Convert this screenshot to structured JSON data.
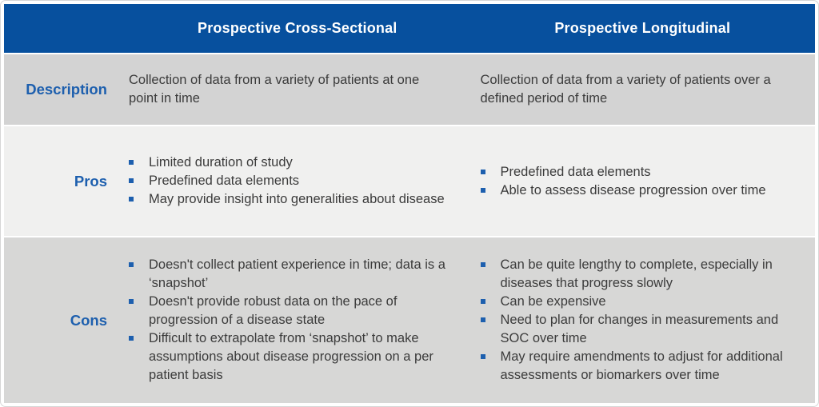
{
  "table": {
    "header": {
      "col1": "Prospective Cross-Sectional",
      "col2": "Prospective Longitudinal"
    },
    "rows": {
      "description": {
        "label": "Description",
        "col1": "Collection of data from a variety of patients at one point in time",
        "col2": "Collection of data from a variety of patients over a defined period of time"
      },
      "pros": {
        "label": "Pros",
        "col1": [
          "Limited duration of study",
          "Predefined data elements",
          "May provide insight into generalities about disease"
        ],
        "col2": [
          "Predefined data elements",
          "Able to assess disease progression over time"
        ]
      },
      "cons": {
        "label": "Cons",
        "col1": [
          "Doesn't collect patient experience in time; data is a ‘snapshot’",
          "Doesn't provide robust data on the pace of progression of a disease state",
          "Difficult to extrapolate from ‘snapshot’ to make assumptions about disease progression on a per patient basis"
        ],
        "col2": [
          "Can be quite lengthy to complete, especially in diseases that progress slowly",
          "Can be expensive",
          "Need to plan for changes in measurements and SOC over time",
          "May require amendments to adjust for additional assessments or biomarkers over time"
        ]
      }
    }
  },
  "colors": {
    "header_bg": "#07509E",
    "header_text": "#FFFFFF",
    "label_blue": "#1D5FAE",
    "bullet_blue": "#1D5FAE",
    "row_gray": "#D3D3D3",
    "row_light": "#F0F0EF",
    "body_text": "#3B3B3B"
  }
}
